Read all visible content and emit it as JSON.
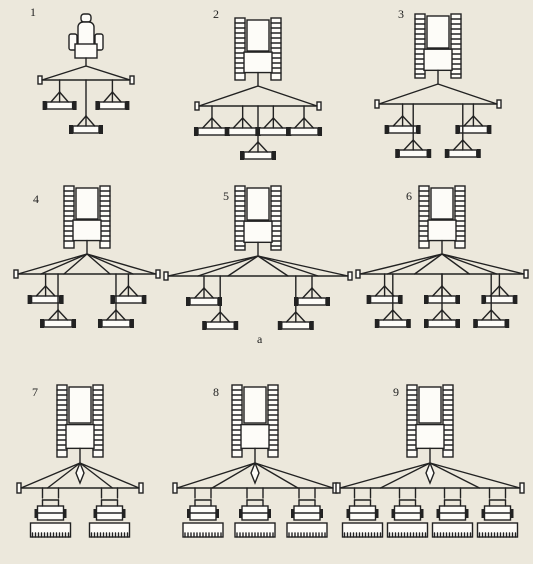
{
  "figure": {
    "panels": [
      {
        "label": "1",
        "tractor": "wheeled",
        "implement": "harrow",
        "rows": [
          2,
          1
        ]
      },
      {
        "label": "2",
        "tractor": "tracked",
        "implement": "harrow",
        "rows": [
          4,
          1
        ]
      },
      {
        "label": "3",
        "tractor": "tracked",
        "implement": "harrow",
        "rows": [
          2,
          2
        ]
      },
      {
        "label": "4",
        "tractor": "tracked",
        "implement": "harrow",
        "rows": [
          2,
          2
        ]
      },
      {
        "label": "5",
        "tractor": "tracked",
        "implement": "harrow",
        "rows": [
          2,
          2
        ]
      },
      {
        "label": "6",
        "tractor": "tracked",
        "implement": "harrow",
        "rows": [
          3,
          3
        ]
      },
      {
        "label": "7",
        "tractor": "tracked",
        "implement": "plough",
        "rows": [
          2
        ]
      },
      {
        "label": "8",
        "tractor": "tracked",
        "implement": "plough",
        "rows": [
          3
        ]
      },
      {
        "label": "9",
        "tractor": "tracked",
        "implement": "plough",
        "rows": [
          4
        ]
      }
    ],
    "group_label": "a"
  }
}
